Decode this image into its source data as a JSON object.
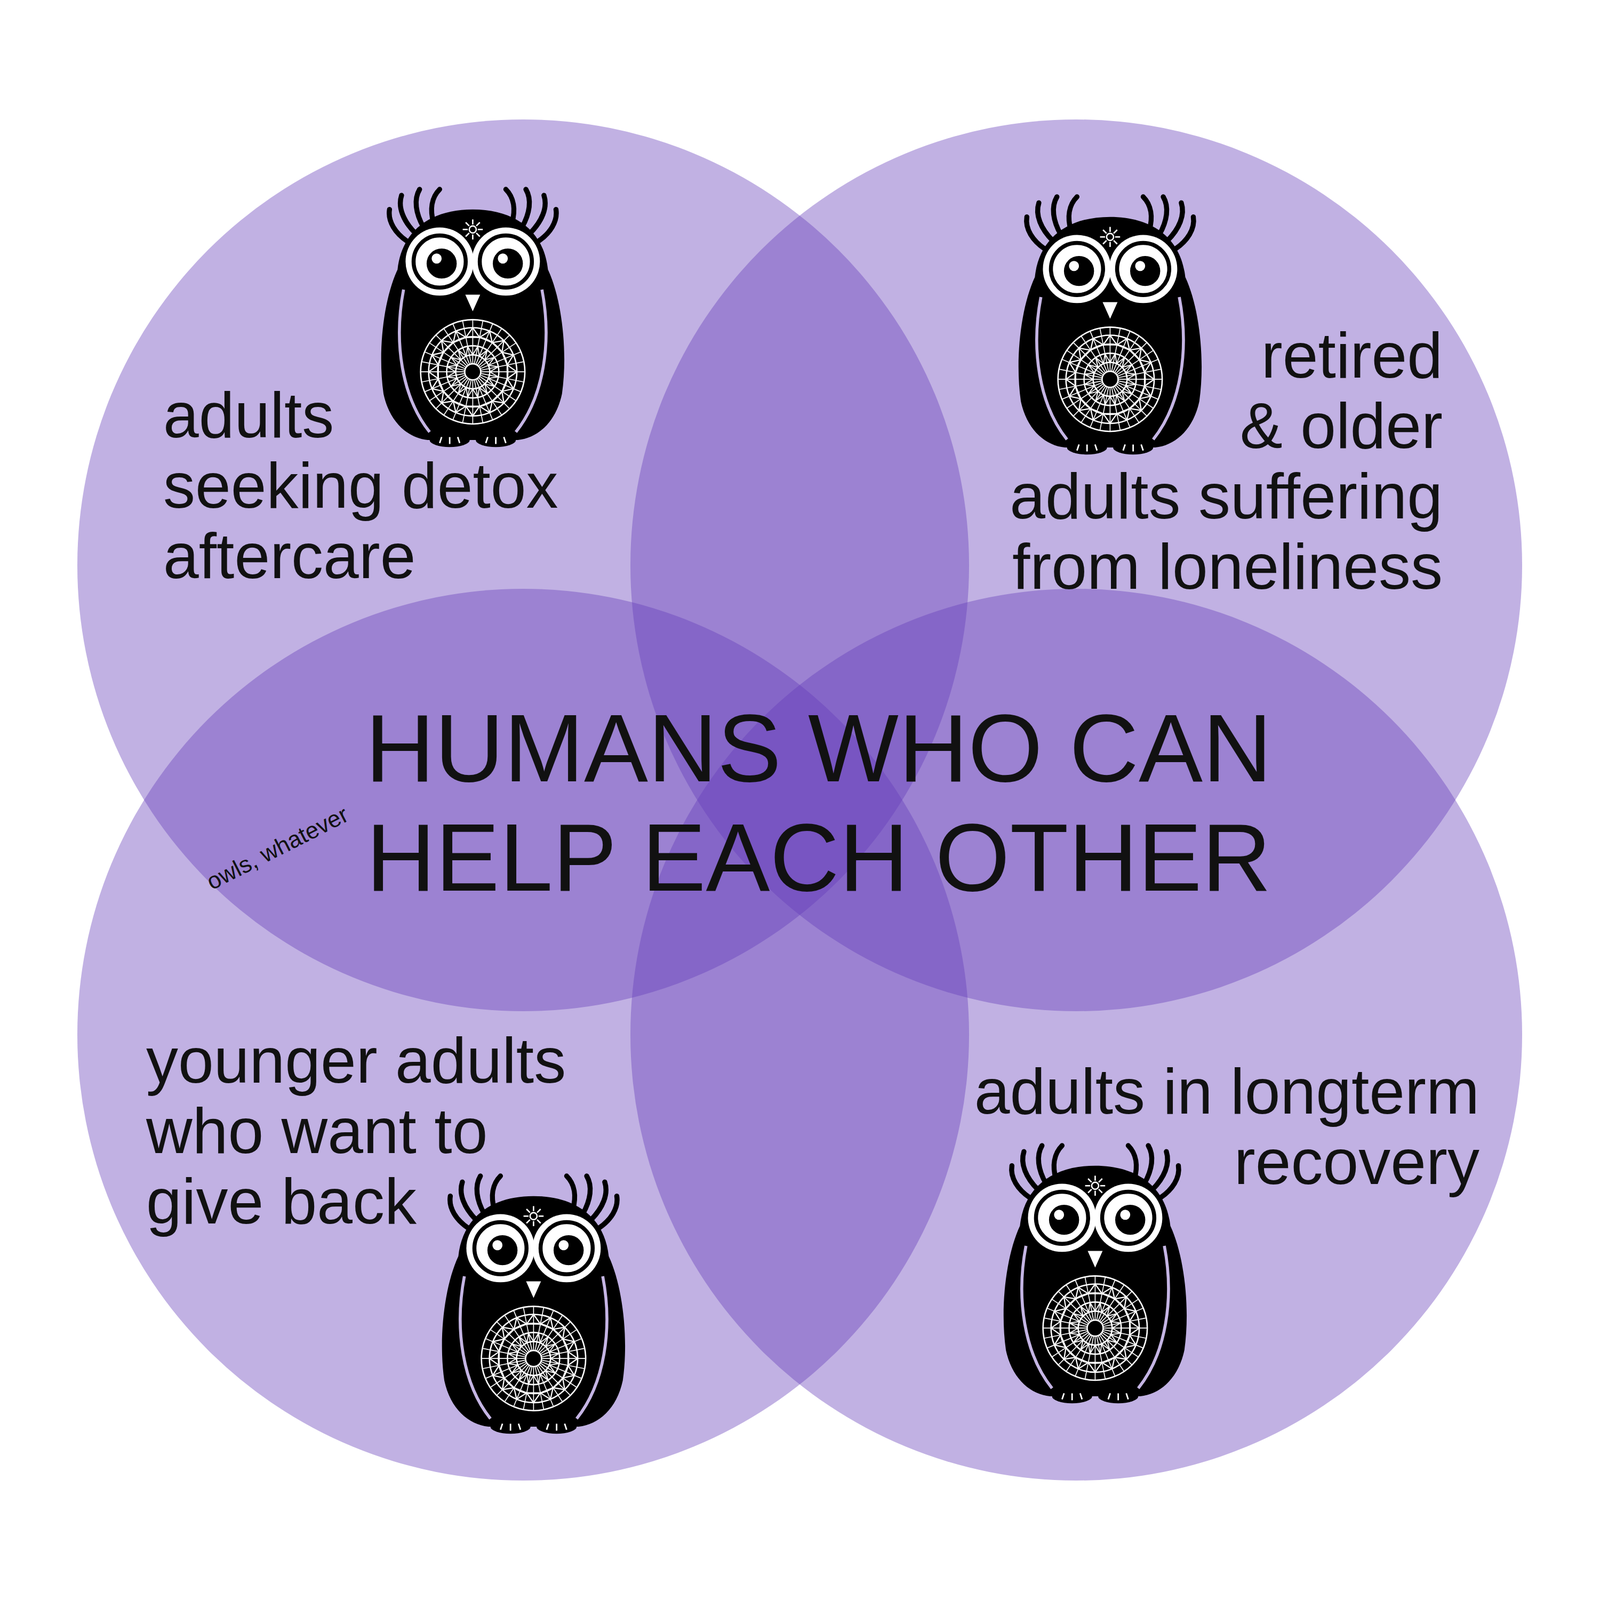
{
  "diagram": {
    "nodes": [
      {
        "text": [
          "adults seeking detox aftercare"
        ]
      },
      {
        "text": [
          "retired & older adults suffering from loneliness"
        ]
      },
      {
        "text": [
          "younger adults who want to give back"
        ]
      },
      {
        "text": [
          "adults in longterm recovery"
        ]
      }
    ],
    "labels": [
      "HUMANS WHO CAN HELP EACH OTHER",
      "owls, whatever"
    ]
  }
}
